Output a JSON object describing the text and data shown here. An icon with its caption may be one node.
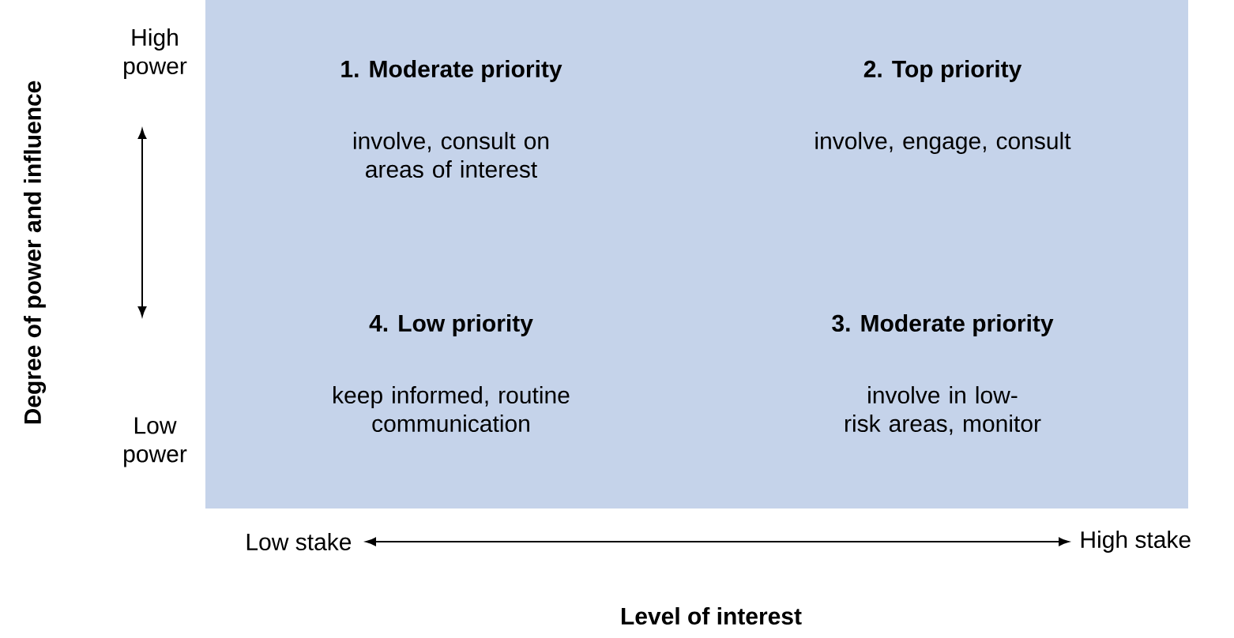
{
  "diagram": {
    "nodes": [
      {
        "text": [
          "1. Moderate priority",
          "involve, consult on areas of interest"
        ]
      },
      {
        "text": [
          "2. Top priority",
          "involve, engage, consult"
        ]
      },
      {
        "text": [
          "4. Low priority",
          "keep informed, routine communication"
        ]
      },
      {
        "text": [
          "3. Moderate priority",
          "involve in low-risk areas, monitor"
        ]
      }
    ],
    "labels": [
      "Degree of power and influence",
      "High power",
      "Low power",
      "Low stake",
      "High stake",
      "Level of interest"
    ]
  }
}
